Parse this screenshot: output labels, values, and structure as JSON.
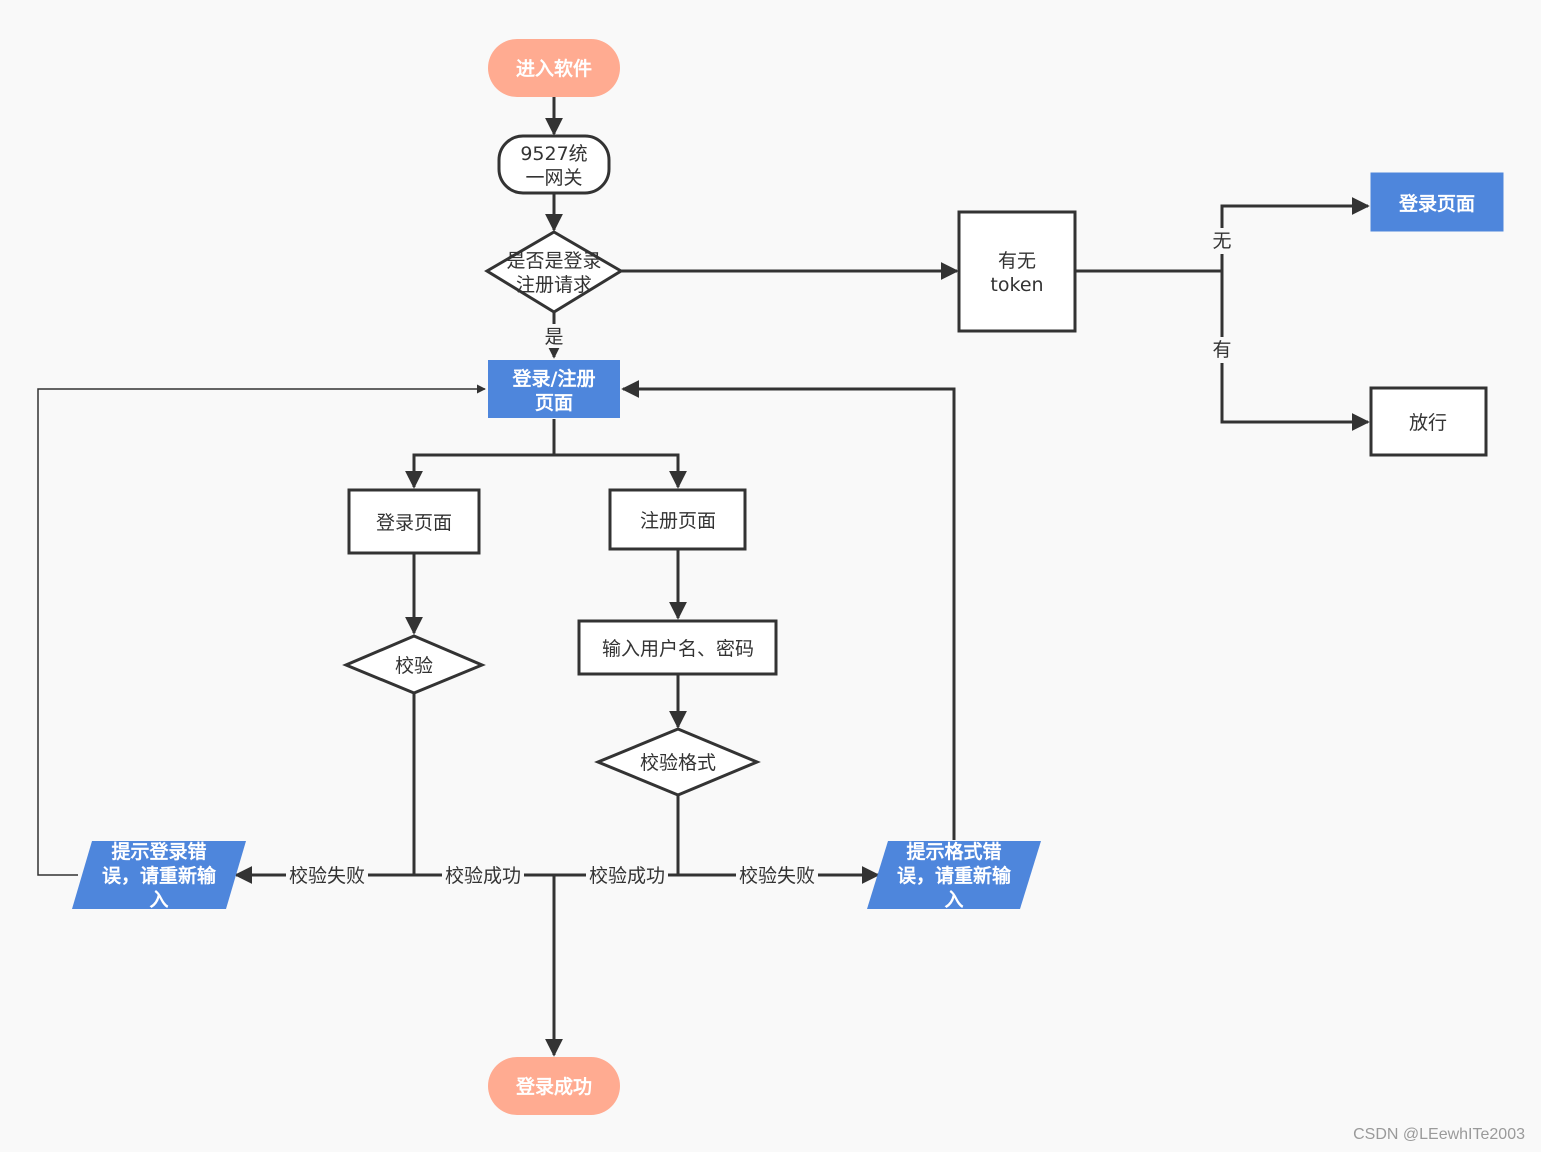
{
  "colors": {
    "terminal": "#ffab91",
    "process_blue": "#4e86dc",
    "stroke": "#333333",
    "background": "#f9f9f9"
  },
  "nodes": {
    "start": "进入软件",
    "gateway": [
      "9527统",
      "一网关"
    ],
    "is_login_register": [
      "是否是登录",
      "注册请求"
    ],
    "has_token": [
      "有无",
      "token"
    ],
    "login_page_top": "登录页面",
    "pass": "放行",
    "login_register_page": [
      "登录/注册",
      "页面"
    ],
    "login_page": "登录页面",
    "register_page": "注册页面",
    "input_credentials": "输入用户名、密码",
    "verify": "校验",
    "verify_format": "校验格式",
    "login_error": [
      "提示登录错",
      "误，请重新输",
      "入"
    ],
    "format_error": [
      "提示格式错",
      "误，请重新输",
      "入"
    ],
    "login_success": "登录成功"
  },
  "edge_labels": {
    "yes": "是",
    "none": "无",
    "has": "有",
    "verify_fail_left": "校验失败",
    "verify_success_left": "校验成功",
    "verify_success_right": "校验成功",
    "verify_fail_right": "校验失败"
  },
  "watermark": "CSDN @LEewhITe2003"
}
